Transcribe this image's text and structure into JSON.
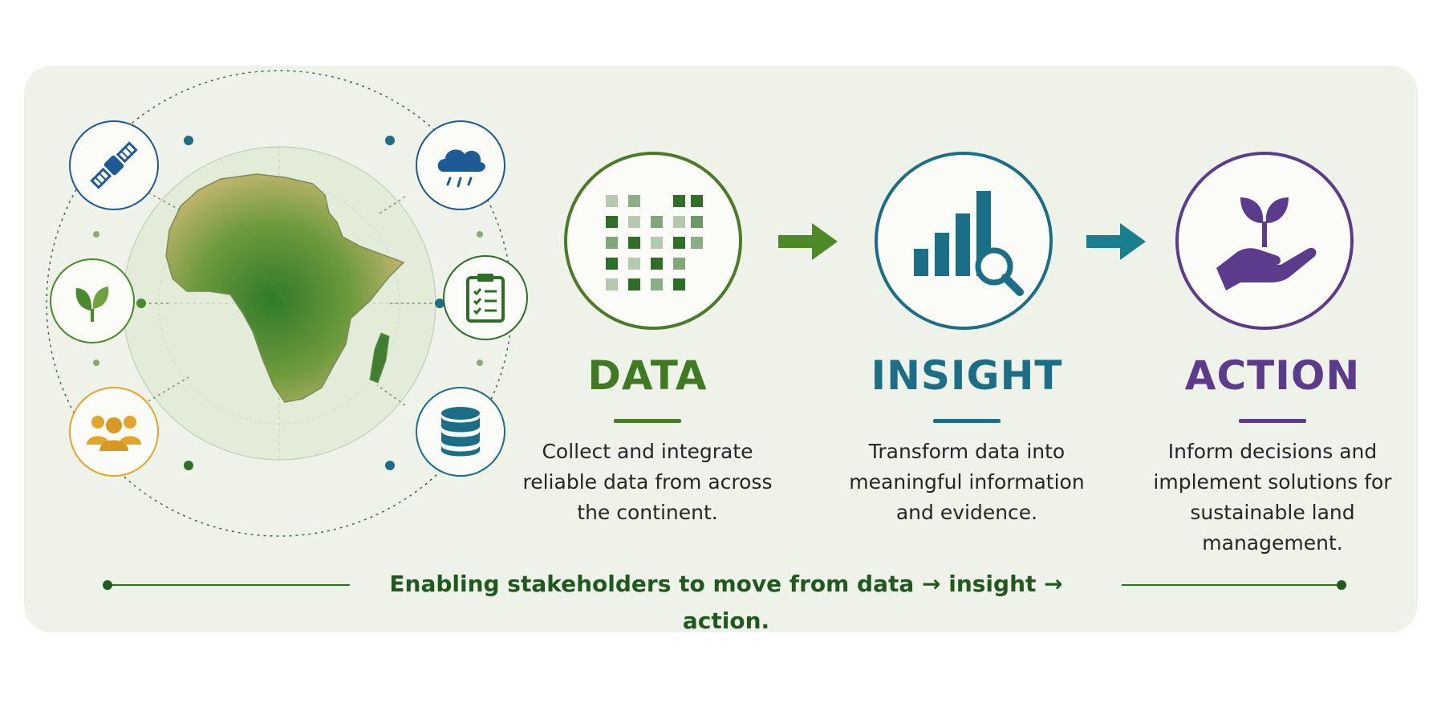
{
  "stages": [
    {
      "title": "DATA",
      "description": "Collect and integrate reliable data from across the continent.",
      "icon": "data-grid-icon",
      "color": "#4a7c27"
    },
    {
      "title": "INSIGHT",
      "description": "Transform data into meaningful information and evidence.",
      "icon": "bar-chart-magnifier-icon",
      "color": "#1a6f86"
    },
    {
      "title": "ACTION",
      "description": "Inform decisions and implement solutions for sustainable land management.",
      "icon": "hand-sprout-icon",
      "color": "#5b3b8c"
    }
  ],
  "arrows": [
    {
      "icon": "arrow-right-icon",
      "color": "#4d8a27"
    },
    {
      "icon": "arrow-right-icon",
      "color": "#1a7f8c"
    }
  ],
  "tagline": "Enabling stakeholders to move from data → insight → action.",
  "source_icons": [
    {
      "name": "satellite-icon",
      "color": "#1e5a96"
    },
    {
      "name": "leaf-icon",
      "color": "#4a8a2e"
    },
    {
      "name": "people-icon",
      "color": "#e2a52a"
    },
    {
      "name": "cloud-rain-icon",
      "color": "#1e5a96"
    },
    {
      "name": "clipboard-checklist-icon",
      "color": "#2e6e26"
    },
    {
      "name": "database-icon",
      "color": "#1a6f86"
    }
  ],
  "map": {
    "icon": "africa-map-icon"
  }
}
